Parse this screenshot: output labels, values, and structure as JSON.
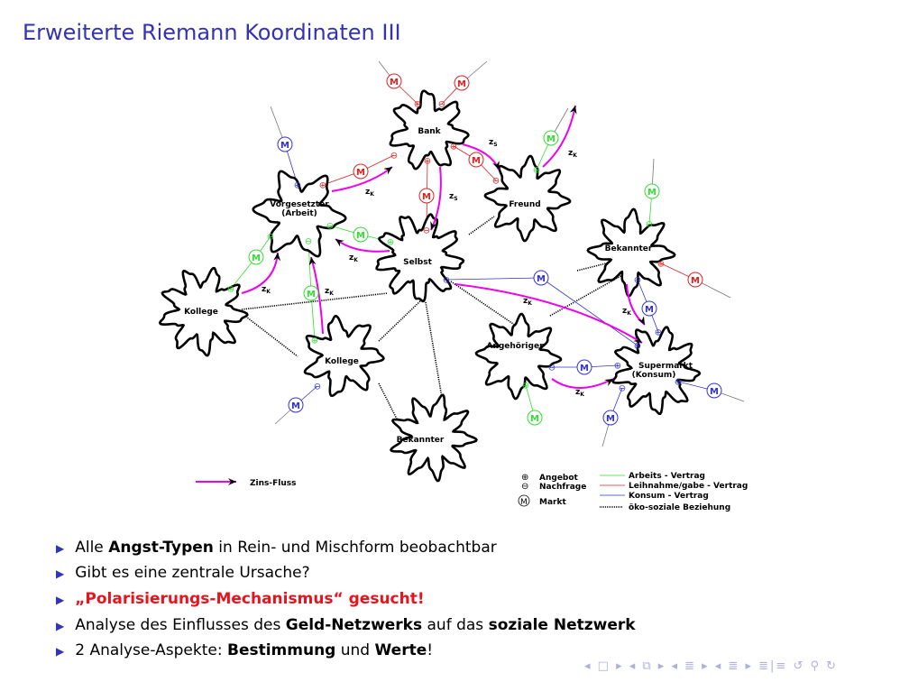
{
  "title": "Erweiterte Riemann Koordinaten III",
  "nodes": {
    "bank": "Bank",
    "freund": "Freund",
    "vorgesetzter1": "Vorgesetzter",
    "vorgesetzter2": "(Arbeit)",
    "selbst": "Selbst",
    "bekannter_r": "Bekannter",
    "kollege_l": "Kollege",
    "kollege": "Kollege",
    "angehoeriger": "Angehöriger",
    "supermarkt1": "Supermarkt",
    "supermarkt2": "(Konsum)",
    "bekannter_b": "Bekannter"
  },
  "market_label": "M",
  "zk": "zK",
  "zs": "zS",
  "legend": {
    "zins": "Zins-Fluss",
    "angebot": "Angebot",
    "nachfrage": "Nachfrage",
    "markt": "Markt",
    "arbeit": "Arbeits - Vertrag",
    "leih": "Leihnahme/gabe - Vertrag",
    "konsum": "Konsum - Vertrag",
    "oeko": "öko-soziale Beziehung"
  },
  "colors": {
    "green": "#33dd33",
    "red": "#dd2222",
    "blue": "#3333cc",
    "magenta": "#ee00ee",
    "title": "#3333b3"
  },
  "bullets": {
    "b1_pre": "Alle ",
    "b1_bold": "Angst-Typen",
    "b1_post": " in Rein- und Mischform beobachtbar",
    "b2": "Gibt es eine zentrale Ursache?",
    "b3": "„Polarisierungs-Mechanismus“ gesucht!",
    "b4_pre": "Analyse des Einflusses des ",
    "b4_bold1": "Geld-Netzwerks",
    "b4_mid": " auf das ",
    "b4_bold2": "soziale Netzwerk",
    "b5_pre": "2 Analyse-Aspekte: ",
    "b5_bold1": "Bestimmung",
    "b5_mid": " und ",
    "b5_bold2": "Werte",
    "b5_post": "!"
  },
  "nav": "◂ □ ▸ ◂ ⧉ ▸ ◂ ≣ ▸ ◂ ≣ ▸ ≣|≡ ↺ ⚲ ↻"
}
